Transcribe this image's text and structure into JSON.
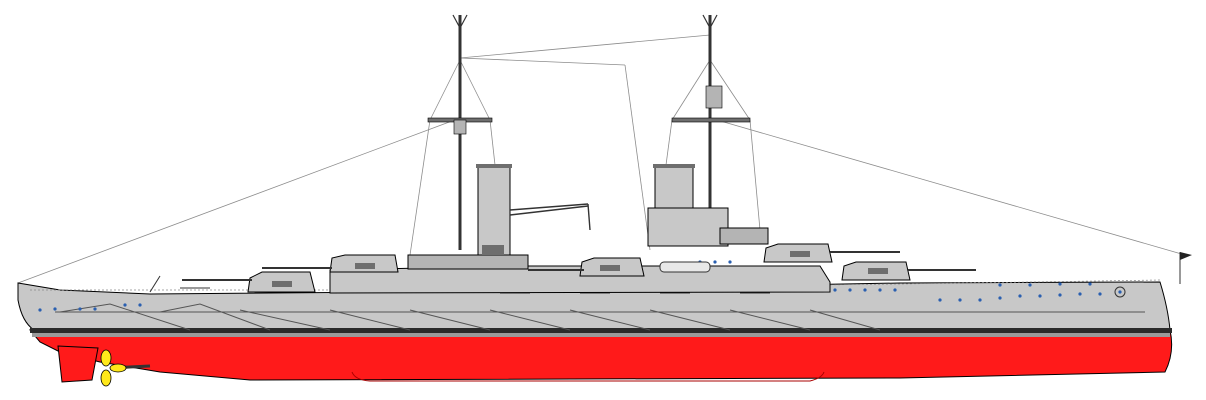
{
  "colors": {
    "background": "#ffffff",
    "hull_below_waterline": "#ff1a1a",
    "hull_upper": "#c8c8c8",
    "superstructure": "#b4b4b4",
    "dark_grey": "#6e6e6e",
    "waterline_stripe": "#2a2a2a",
    "portholes": "#2a5fb0",
    "rigging": "#8c8c8c",
    "propeller": "#ffe81a",
    "outline": "#000000"
  },
  "turret_count": 5,
  "mast_count": 2,
  "funnel_count": 2,
  "flag_icon": "naval-ensign-icon"
}
